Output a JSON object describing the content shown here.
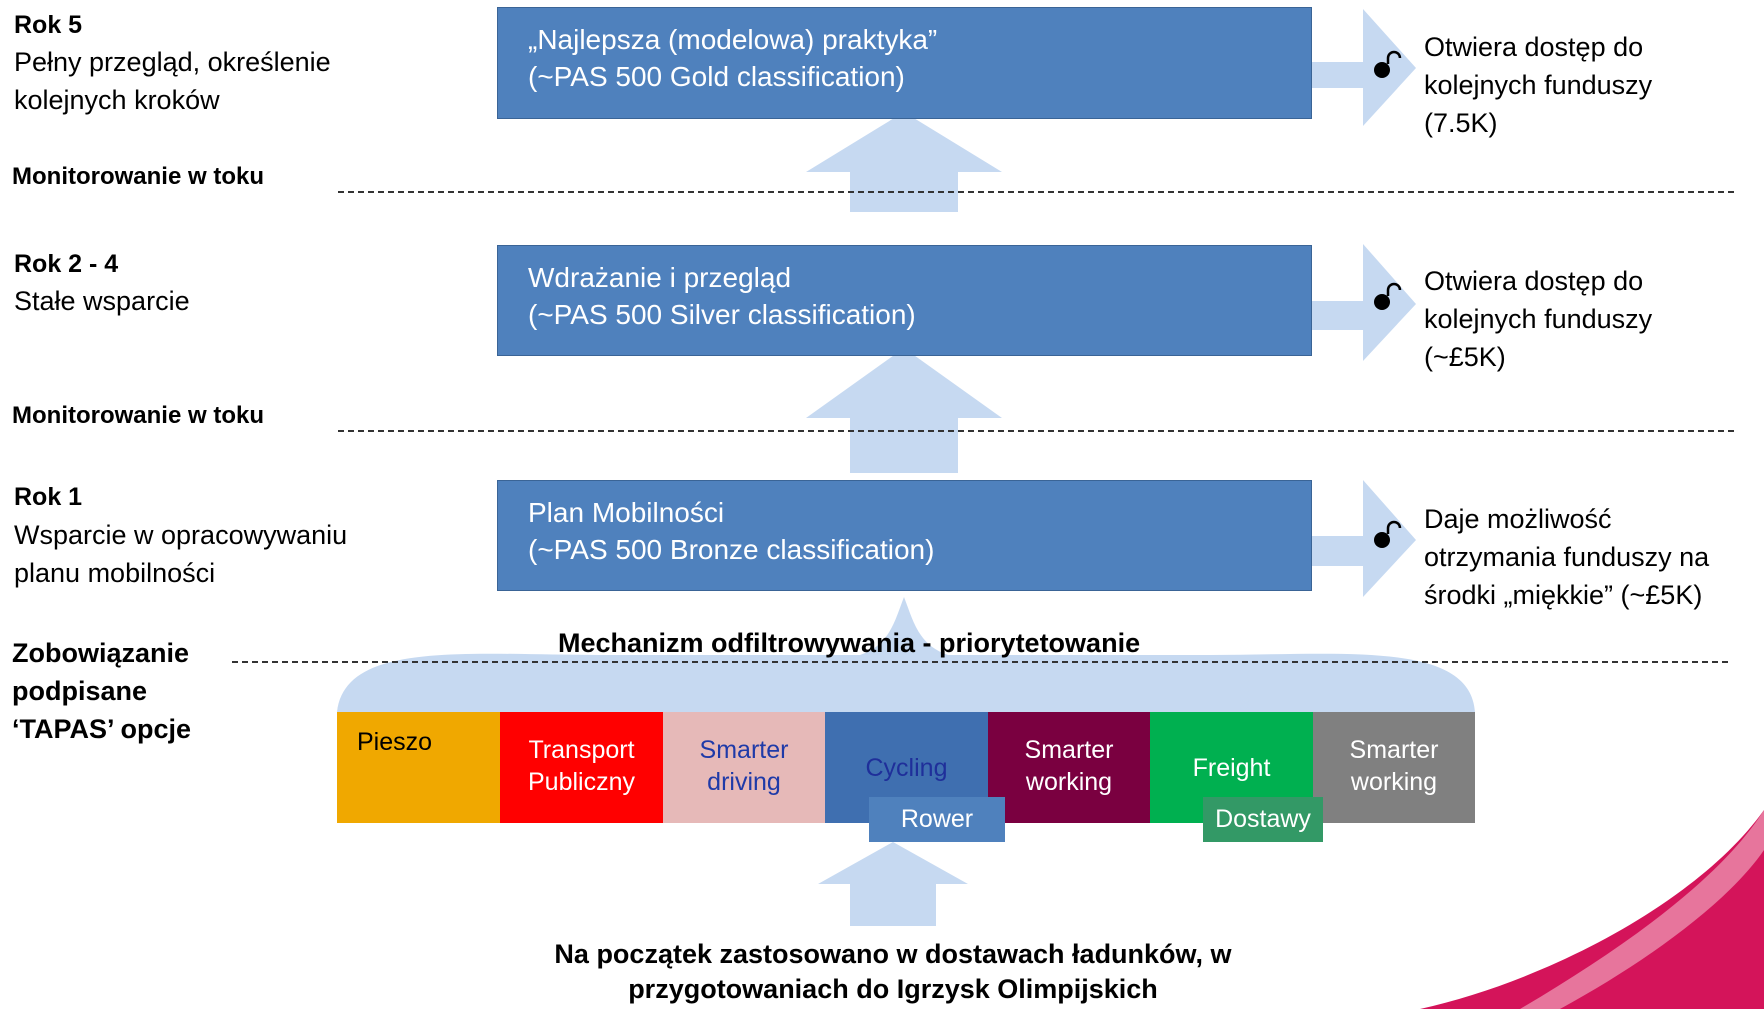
{
  "left": {
    "rok5": {
      "title": "Rok 5",
      "desc": [
        "Pełny przegląd, określenie",
        "kolejnych kroków"
      ]
    },
    "rok24": {
      "title": "Rok 2 - 4",
      "desc": [
        "Stałe wsparcie"
      ]
    },
    "rok1": {
      "title": "Rok 1",
      "desc": [
        "Wsparcie w opracowywaniu",
        "planu mobilności"
      ]
    },
    "zobow": [
      "Zobowiązanie",
      "podpisane",
      "‘TAPAS’ opcje"
    ]
  },
  "monitor_label": "Monitorowanie w toku",
  "stages": [
    {
      "line1": "„Najlepsza (modelowa) praktyka”",
      "line2": "(~PAS 500 Gold classification)"
    },
    {
      "line1": "Wdrażanie i przegląd",
      "line2": "(~PAS 500 Silver classification)"
    },
    {
      "line1": "Plan Mobilności",
      "line2": "(~PAS 500 Bronze classification)"
    }
  ],
  "right": [
    [
      "Otwiera dostęp do",
      "kolejnych funduszy",
      "(7.5K)"
    ],
    [
      "Otwiera dostęp do",
      "kolejnych funduszy",
      "(~£5K)"
    ],
    [
      "Daje możliwość",
      "otrzymania funduszy na",
      "środki „miękkie” (~£5K)"
    ]
  ],
  "filter_label": "Mechanizm odfiltrowywania - priorytetowanie",
  "options": [
    {
      "label": "Pieszo",
      "bg": "#f0a800",
      "color": "#000000"
    },
    {
      "label": "Transport Publiczny",
      "bg": "#ff0000",
      "color": "#ffffff"
    },
    {
      "label": "Smarter driving",
      "bg": "#e6b9b8",
      "color": "#1f3aa8"
    },
    {
      "label": "Cycling",
      "bg": "#3f6fb0",
      "color": "#1f2f9a"
    },
    {
      "label": "Smarter working",
      "bg": "#7a0040",
      "color": "#ffffff"
    },
    {
      "label": "Freight",
      "bg": "#00b050",
      "color": "#ffffff"
    },
    {
      "label": "Smarter working",
      "bg": "#808080",
      "color": "#ffffff"
    }
  ],
  "sub_labels": {
    "rower": {
      "text": "Rower",
      "bg": "#4f81bd"
    },
    "dostawy": {
      "text": "Dostawy",
      "bg": "#339966"
    }
  },
  "bottom_text": [
    "Na początek zastosowano w dostawach ładunków, w",
    "przygotowaniach do Igrzysk Olimpijskich"
  ],
  "colors": {
    "stage": "#4f81bd",
    "arrow": "#c6d9f1",
    "accent_swoosh": "#d4145a"
  }
}
